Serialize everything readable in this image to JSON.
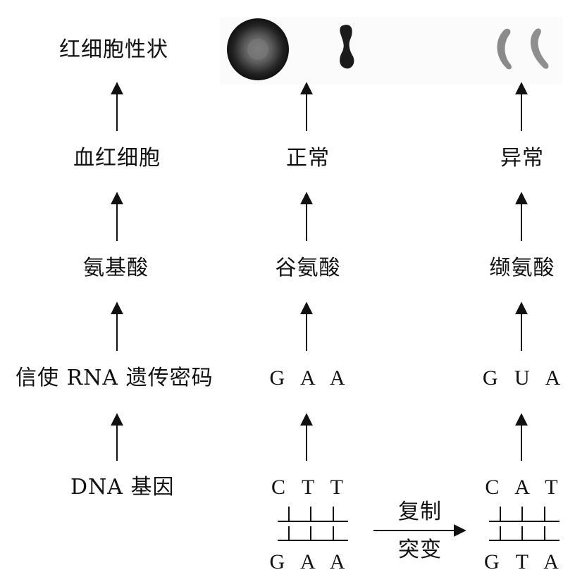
{
  "rows": {
    "trait": "红细胞性状",
    "cell": "血红细胞",
    "amino": "氨基酸",
    "mrna": "信使 RNA 遗传密码",
    "dna": "DNA 基因"
  },
  "normal": {
    "cell": "正常",
    "amino": "谷氨酸",
    "mrna": "G A A",
    "dna_top": "C T T",
    "dna_bottom": "G A A"
  },
  "abnormal": {
    "cell": "异常",
    "amino": "缬氨酸",
    "mrna": "G U A",
    "dna_top": "C A T",
    "dna_bottom": "G T A"
  },
  "mutation": {
    "label_top": "复制",
    "label_bottom": "突变"
  }
}
